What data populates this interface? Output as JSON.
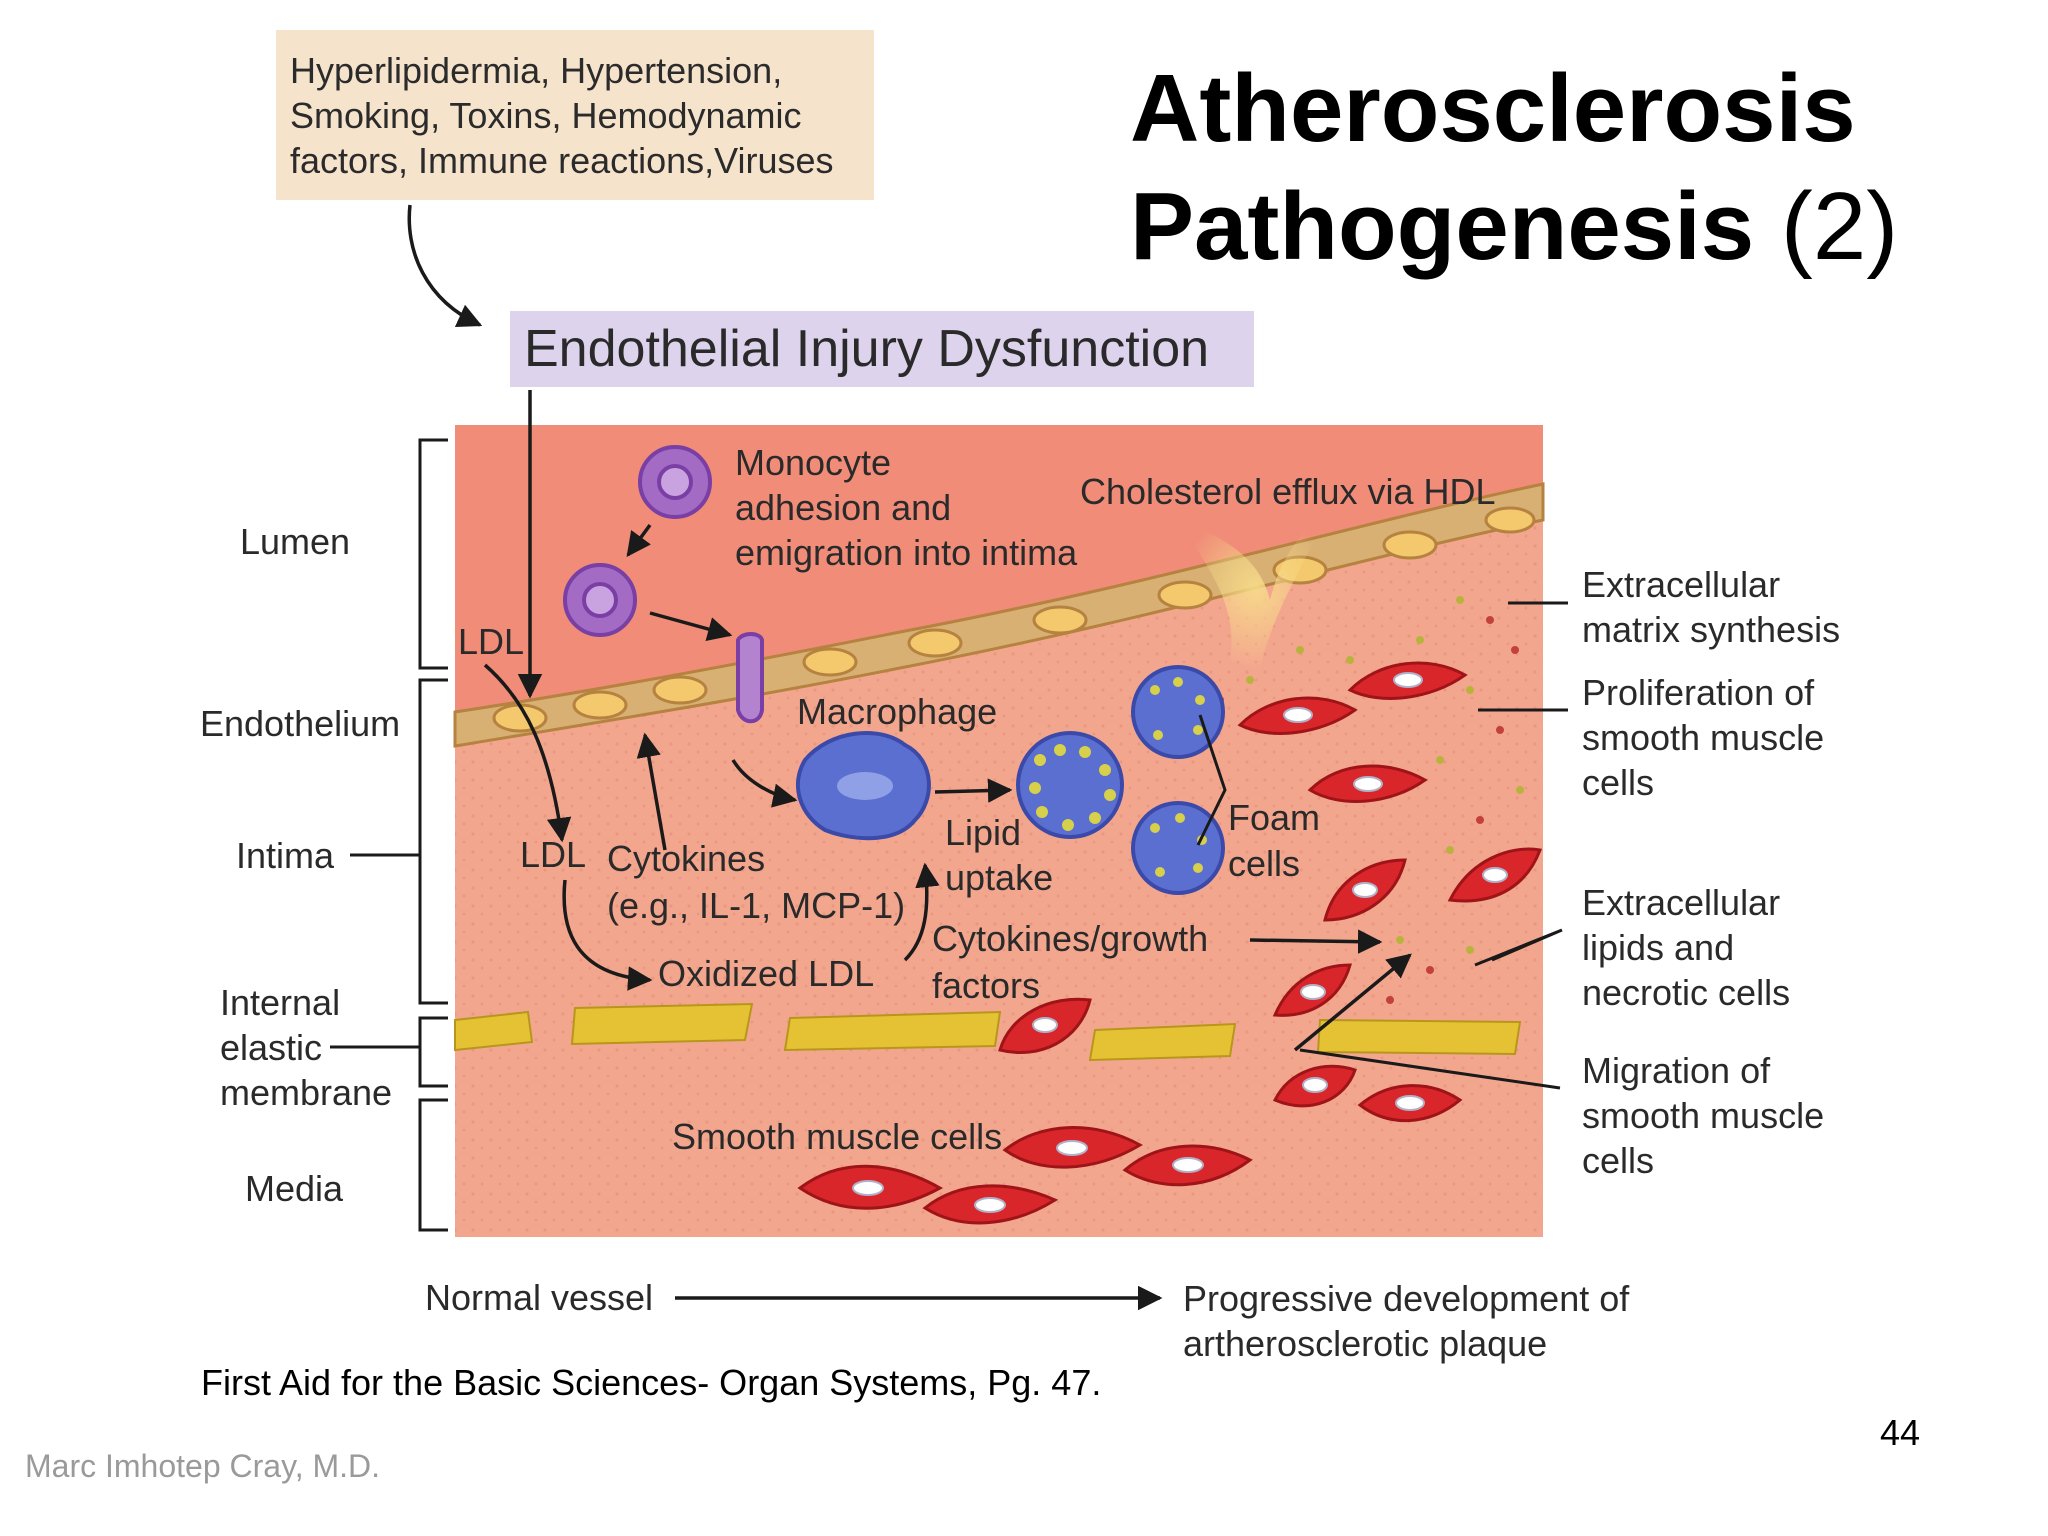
{
  "title": {
    "line1": "Atherosclerosis",
    "line2": "Pathogenesis",
    "suffix": "(2)"
  },
  "risk_factors": {
    "lines": [
      "Hyperlipidermia, Hypertension,",
      "Smoking, Toxins, Hemodynamic",
      "factors, Immune reactions,Viruses"
    ]
  },
  "injury_label": "Endothelial Injury Dysfunction",
  "layers": {
    "lumen": "Lumen",
    "endothelium": "Endothelium",
    "intima": "Intima",
    "iem": [
      "Internal",
      "elastic",
      "membrane"
    ],
    "media": "Media"
  },
  "inner_labels": {
    "ldl_top": "LDL",
    "ldl_mid": "LDL",
    "monocyte": [
      "Monocyte",
      "adhesion and",
      "emigration into intima"
    ],
    "cholesterol": "Cholesterol efflux via HDL",
    "macrophage": "Macrophage",
    "cytokines": [
      "Cytokines",
      "(e.g., IL-1, MCP-1)"
    ],
    "oxidized": "Oxidized LDL",
    "lipid": [
      "Lipid",
      "uptake"
    ],
    "foam": [
      "Foam",
      "cells"
    ],
    "growth": [
      "Cytokines/growth",
      "factors"
    ],
    "smc": "Smooth muscle cells"
  },
  "right_labels": {
    "ecm": [
      "Extracellular",
      "matrix synthesis"
    ],
    "prolif": [
      "Proliferation of",
      "smooth muscle",
      "cells"
    ],
    "lipids": [
      "Extracellular",
      "lipids and",
      "necrotic cells"
    ],
    "migration": [
      "Migration of",
      "smooth muscle",
      "cells"
    ]
  },
  "bottom": {
    "normal": "Normal vessel",
    "progressive": [
      "Progressive development of",
      "artherosclerotic plaque"
    ]
  },
  "citation": "First Aid for the Basic Sciences- Organ Systems, Pg. 47.",
  "page_number": "44",
  "author": "Marc Imhotep Cray, M.D.",
  "colors": {
    "risk_box": "#f6e3cc",
    "injury_box": "#ddd3ec",
    "intima": "#f3a68e",
    "endothelium": "#d9b073",
    "lumen": "#f08c78",
    "elastic": "#e5c233",
    "smooth_muscle": "#d8262a",
    "monocyte": "#a36bc4",
    "macrophage": "#5b6fd0"
  }
}
